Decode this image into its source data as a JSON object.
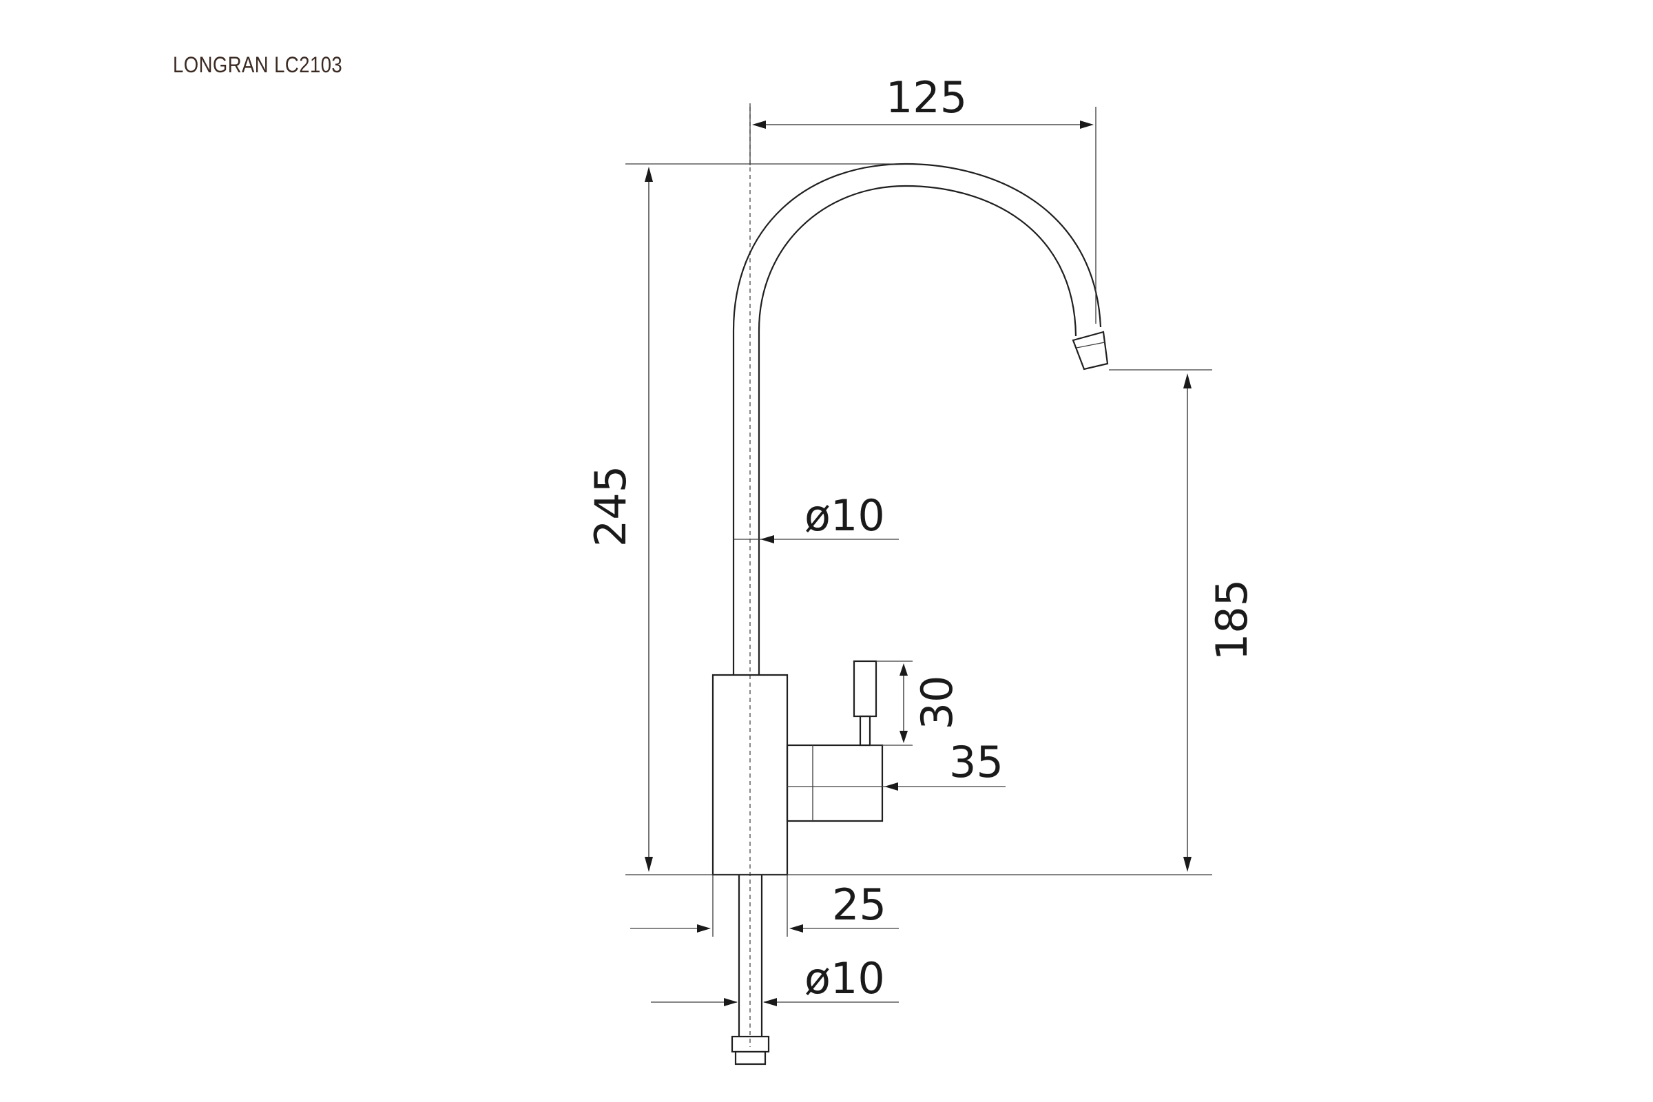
{
  "title": "LONGRAN LC2103",
  "dimensions": {
    "spout_reach": "125",
    "total_height": "245",
    "spout_height": "185",
    "tube_diameter": "ø10",
    "handle_length": "30",
    "handle_body": "35",
    "base_diameter": "25",
    "connector_diameter": "ø10"
  }
}
